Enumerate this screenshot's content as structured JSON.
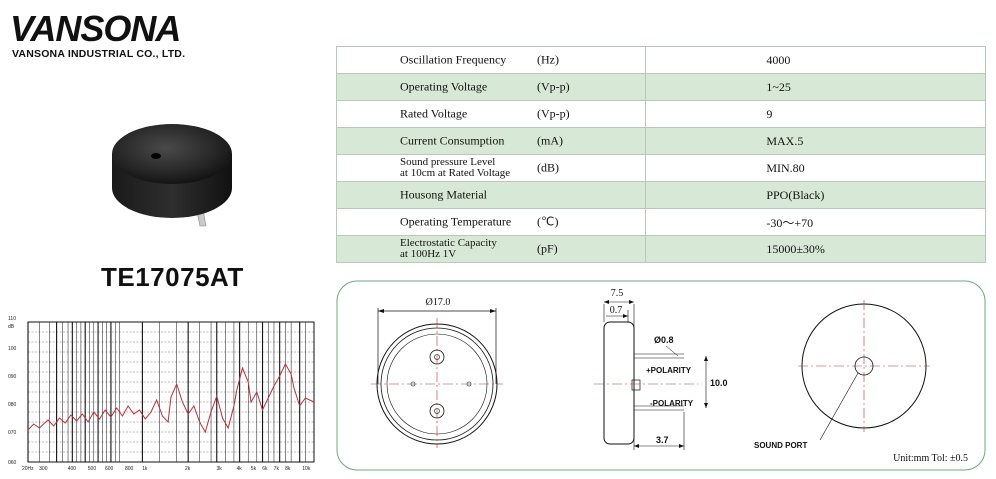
{
  "header": {
    "brand": "VANSONA",
    "company": "VANSONA INDUSTRIAL CO., LTD."
  },
  "product": {
    "model": "TE17075AT"
  },
  "specs": [
    {
      "name": "Oscillation Frequency",
      "name2": "",
      "unit": "(Hz)",
      "value": "4000",
      "shaded": false
    },
    {
      "name": "Operating Voltage",
      "name2": "",
      "unit": "(Vp-p)",
      "value": "1~25",
      "shaded": true
    },
    {
      "name": "Rated Voltage",
      "name2": "",
      "unit": "(Vp-p)",
      "value": "9",
      "shaded": false
    },
    {
      "name": "Current Consumption",
      "name2": "",
      "unit": "(mA)",
      "value": "MAX.5",
      "shaded": true
    },
    {
      "name": "Sound pressure Level",
      "name2": "at 10cm at Rated Voltage",
      "unit": "(dB)",
      "value": "MIN.80",
      "shaded": false
    },
    {
      "name": "Housong Material",
      "name2": "",
      "unit": "",
      "value": "PPO(Black)",
      "shaded": true
    },
    {
      "name": "Operating Temperature",
      "name2": "",
      "unit": "(℃)",
      "value": "-30～+70",
      "shaded": false
    },
    {
      "name": "Electrostatic Capacity",
      "name2": "at 100Hz 1V",
      "unit": "(pF)",
      "value": "15000±30%",
      "shaded": true
    }
  ],
  "graph": {
    "y_labels": [
      "110",
      "dB",
      "100",
      "090",
      "080",
      "070",
      "060"
    ],
    "x_labels": [
      "20Hz",
      "300",
      "400",
      "500",
      "600",
      "800",
      "1k",
      "2k",
      "3k",
      "4k",
      "5k",
      "6k",
      "7k",
      "8k",
      "10k"
    ],
    "curve_color": "#b8323a"
  },
  "drawing": {
    "diameter": "Ø17.0",
    "height": "7.5",
    "lip": "0.7",
    "pin_dia": "Ø0.8",
    "plus_polarity": "+POLARITY",
    "minus_polarity": "-POLARITY",
    "pin_spacing": "10.0",
    "pin_length": "3.7",
    "sound_port": "SOUND PORT",
    "note": "Unit:mm  Tol: ±0.5"
  }
}
